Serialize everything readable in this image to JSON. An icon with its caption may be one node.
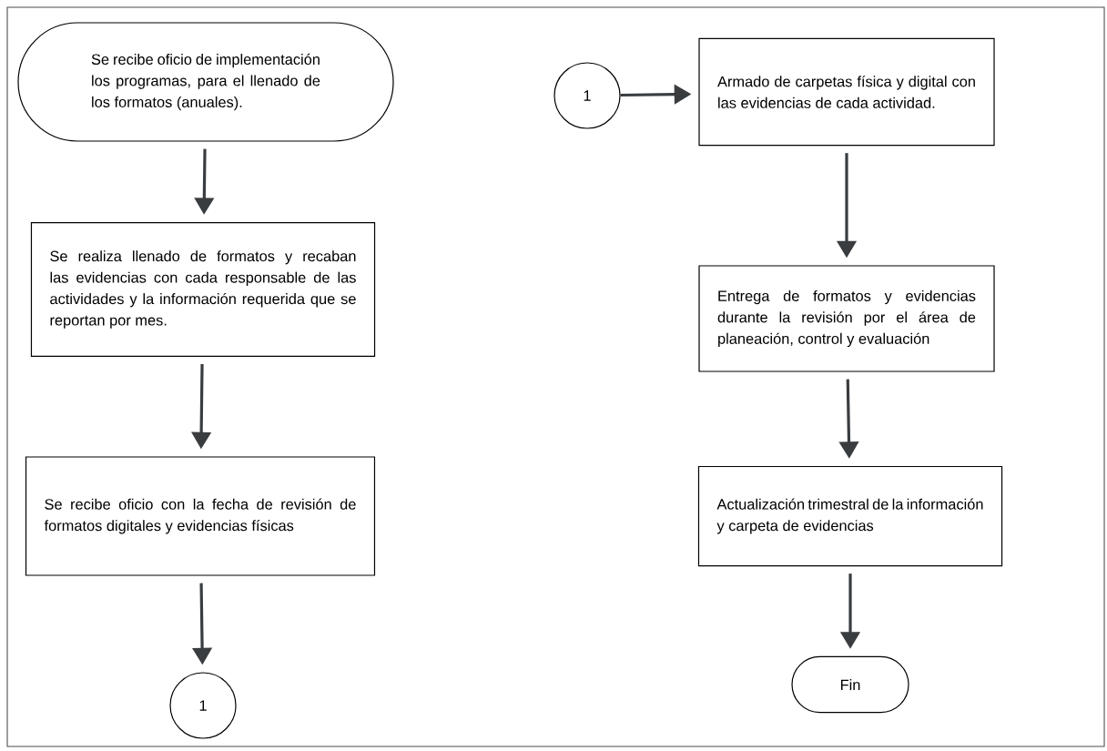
{
  "diagram": {
    "nodes": [
      {
        "text": [
          "Se recibe oficio de implementación los programas, para el llenado de los formatos (anuales)."
        ]
      },
      {
        "text": [
          "Se realiza llenado de formatos y recaban las evidencias con cada responsable de las actividades y la información requerida que se reportan por mes."
        ]
      },
      {
        "text": [
          "Se recibe oficio con la fecha de revisión de formatos digitales y evidencias físicas"
        ]
      },
      {
        "text": [
          "1"
        ]
      },
      {
        "text": [
          "1"
        ]
      },
      {
        "text": [
          "Armado de carpetas física y digital con las evidencias de cada actividad."
        ]
      },
      {
        "text": [
          "Entrega de formatos y evidencias durante la revisión por el área de planeación, control y evaluación"
        ]
      },
      {
        "text": [
          "Actualización trimestral de la información y carpeta de evidencias"
        ]
      },
      {
        "text": [
          "Fin"
        ]
      }
    ],
    "edges": [
      {
        "from": 0,
        "to": 1,
        "arrow": "to"
      },
      {
        "from": 1,
        "to": 2,
        "arrow": "to"
      },
      {
        "from": 2,
        "to": 3,
        "arrow": "to"
      },
      {
        "from": 4,
        "to": 5,
        "arrow": "to"
      },
      {
        "from": 5,
        "to": 6,
        "arrow": "to"
      },
      {
        "from": 6,
        "to": 7,
        "arrow": "to"
      },
      {
        "from": 7,
        "to": 8,
        "arrow": "to"
      }
    ]
  }
}
